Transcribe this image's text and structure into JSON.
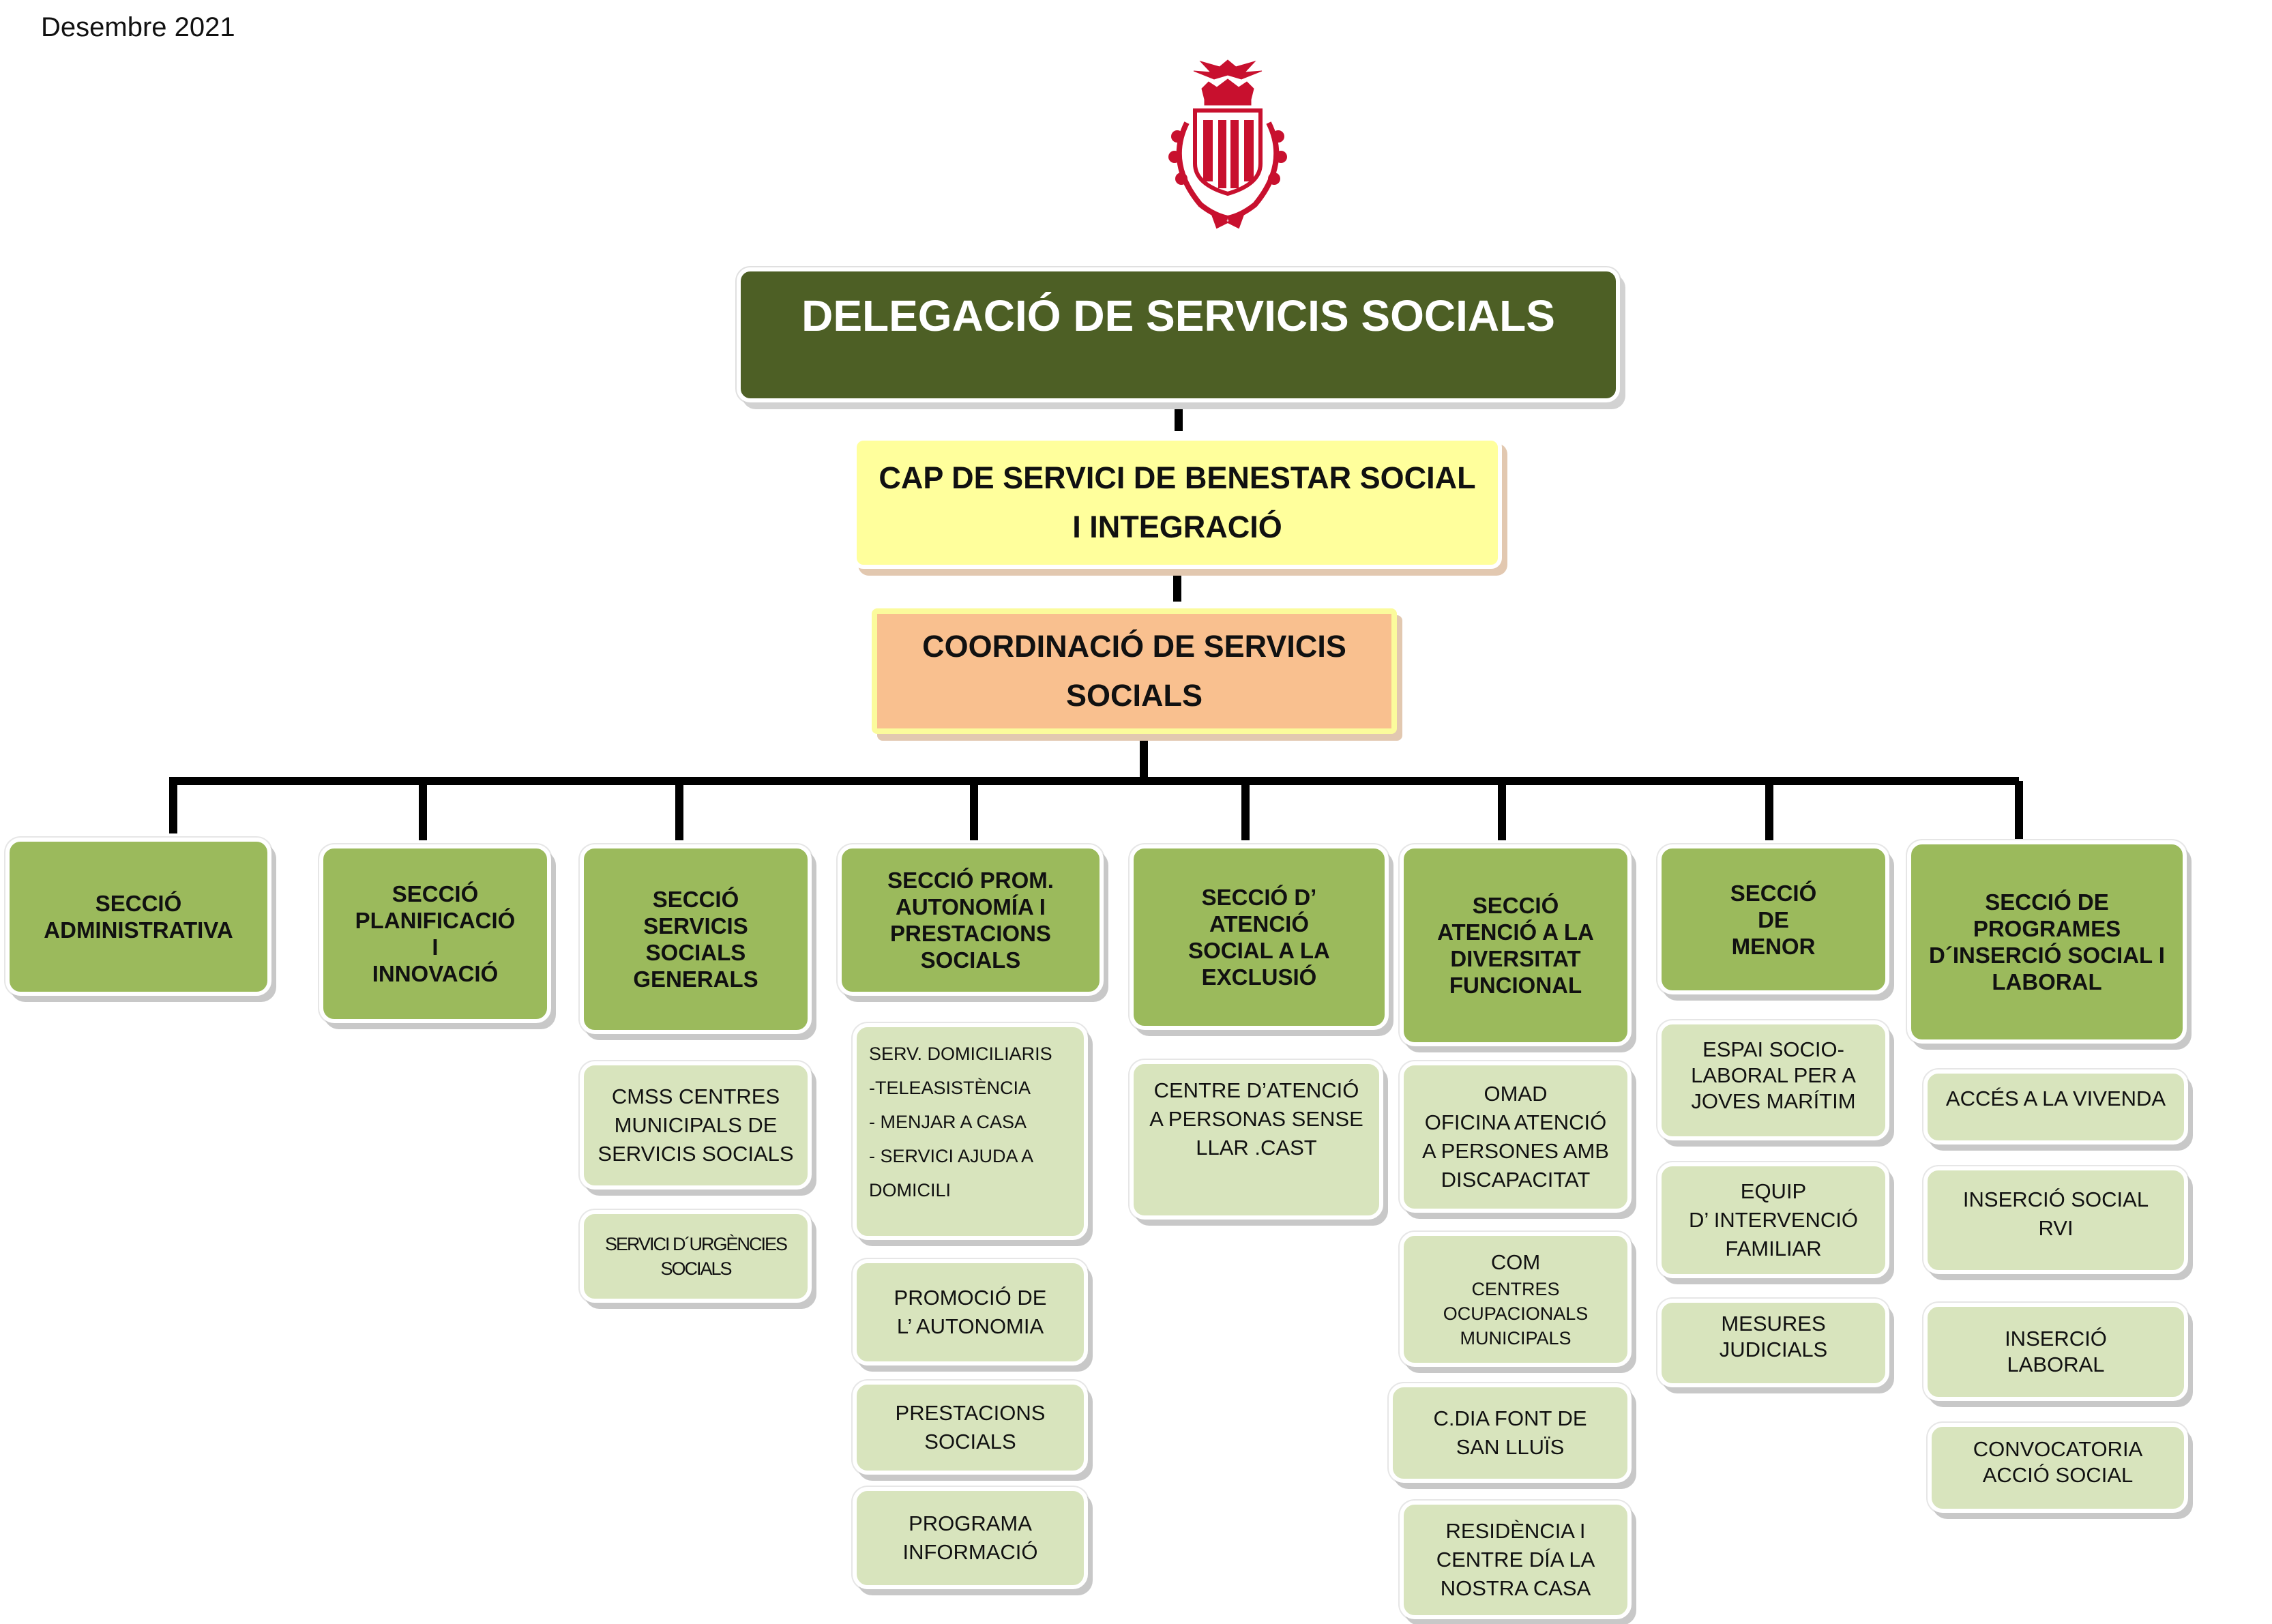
{
  "header": {
    "date": "Desembre  2021"
  },
  "logo": {
    "icon": "coat-of-arms-icon",
    "color": "#c8102e"
  },
  "top": {
    "title": "DELEGACIÓ DE SERVICIS SOCIALS"
  },
  "cap": {
    "title": "CAP DE SERVICI DE BENESTAR SOCIAL\nI INTEGRACIÓ"
  },
  "coordination": {
    "title": "COORDINACIÓ DE SERVICIS\nSOCIALS"
  },
  "sections": [
    {
      "label": "SECCIÓ\nADMINISTRATIVA"
    },
    {
      "label": "SECCIÓ\nPLANIFICACIÓ\nI\nINNOVACIÓ"
    },
    {
      "label": "SECCIÓ\nSERVICIS\nSOCIALS\nGENERALS"
    },
    {
      "label": "SECCIÓ PROM.\nAUTONOMÍA I\nPRESTACIONS\nSOCIALS"
    },
    {
      "label": "SECCIÓ D’\nATENCIÓ\nSOCIAL A LA\nEXCLUSIÓ"
    },
    {
      "label": "SECCIÓ\nATENCIÓ A LA\nDIVERSITAT\nFUNCIONAL"
    },
    {
      "label": "SECCIÓ\nDE\nMENOR"
    },
    {
      "label": "SECCIÓ DE\nPROGRAMES\nD´INSERCIÓ SOCIAL I\nLABORAL"
    }
  ],
  "units": {
    "servicis_socials_generals": [
      "CMSS CENTRES\nMUNICIPALS DE\nSERVICIS SOCIALS",
      "SERVICI D´URGÈNCIES\nSOCIALS"
    ],
    "prom_autonomia": [
      "SERV. DOMICILIARIS\n-TELEASISTÈNCIA\n- MENJAR A CASA\n- SERVICI AJUDA A\nDOMICILI",
      "PROMOCIÓ DE\nL’ AUTONOMIA",
      "PRESTACIONS\nSOCIALS",
      "PROGRAMA\nINFORMACIÓ"
    ],
    "exclusio": [
      "CENTRE D’ATENCIÓ\nA PERSONAS SENSE\nLLAR .CAST"
    ],
    "diversitat": [
      "OMAD\nOFICINA ATENCIÓ\nA PERSONES AMB\nDISCAPACITAT",
      "COM",
      "CENTRES\nOCUPACIONALS\nMUNICIPALS",
      "C.DIA FONT DE\nSAN LLUÏS",
      "RESIDÈNCIA I\nCENTRE DÍA LA\nNOSTRA CASA"
    ],
    "menor": [
      "ESPAI SOCIO-\nLABORAL PER A\nJOVES MARÍTIM",
      "EQUIP\nD’ INTERVENCIÓ\nFAMILIAR",
      "MESURES\nJUDICIALS"
    ],
    "insercio": [
      "ACCÉS A LA VIVENDA",
      "INSERCIÓ SOCIAL\nRVI",
      "INSERCIÓ\nLABORAL",
      "CONVOCATORIA\nACCIÓ SOCIAL"
    ]
  },
  "colors": {
    "top_box": "#4d5f25",
    "cap_box": "#ffff9c",
    "coordination_box": "#f9c08f",
    "section_box": "#9bba5c",
    "unit_box": "#d8e4bd",
    "connector": "#000000"
  }
}
